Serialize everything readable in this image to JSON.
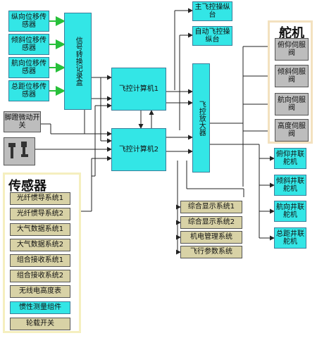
{
  "input_sensors": [
    "纵向位移传感器",
    "倾斜位移传感器",
    "航向位移传感器",
    "总距位移传感器"
  ],
  "pedal_switch": "脚蹬微动开关",
  "signal_converter": "信号转换记录盒",
  "computer_1": "飞控计算机1",
  "computer_2": "飞控计算机2",
  "main_console": "主飞控操纵台",
  "auto_console": "自动飞控操纵台",
  "amplifier": "飞控放大器",
  "actuator_group": {
    "title": "舵机",
    "items": [
      "俯仰伺服阀",
      "倾斜伺服阀",
      "航向伺服阀",
      "高度伺服阀"
    ]
  },
  "linkers": [
    "俯仰井联舵机",
    "倾斜井联舵机",
    "航向井联舵机",
    "总距井联舵机"
  ],
  "displays": [
    "综合显示系统1",
    "综合显示系统2",
    "机电管理系统",
    "飞行参数系统"
  ],
  "sensor_group": {
    "title": "传感器",
    "items": [
      "光纤惯导系统1",
      "光纤惯导系统2",
      "大气数据系统1",
      "大气数据系统2",
      "组合接收系统1",
      "组合接收系统2",
      "无线电高度表",
      "惯性测量组件",
      "轮载开关"
    ]
  },
  "colors": {
    "cyan": "#33e6e6",
    "olive": "#d8d2a6",
    "gray": "#bdbdbd",
    "green_arrow": "#27c03a",
    "line": "#222222"
  }
}
